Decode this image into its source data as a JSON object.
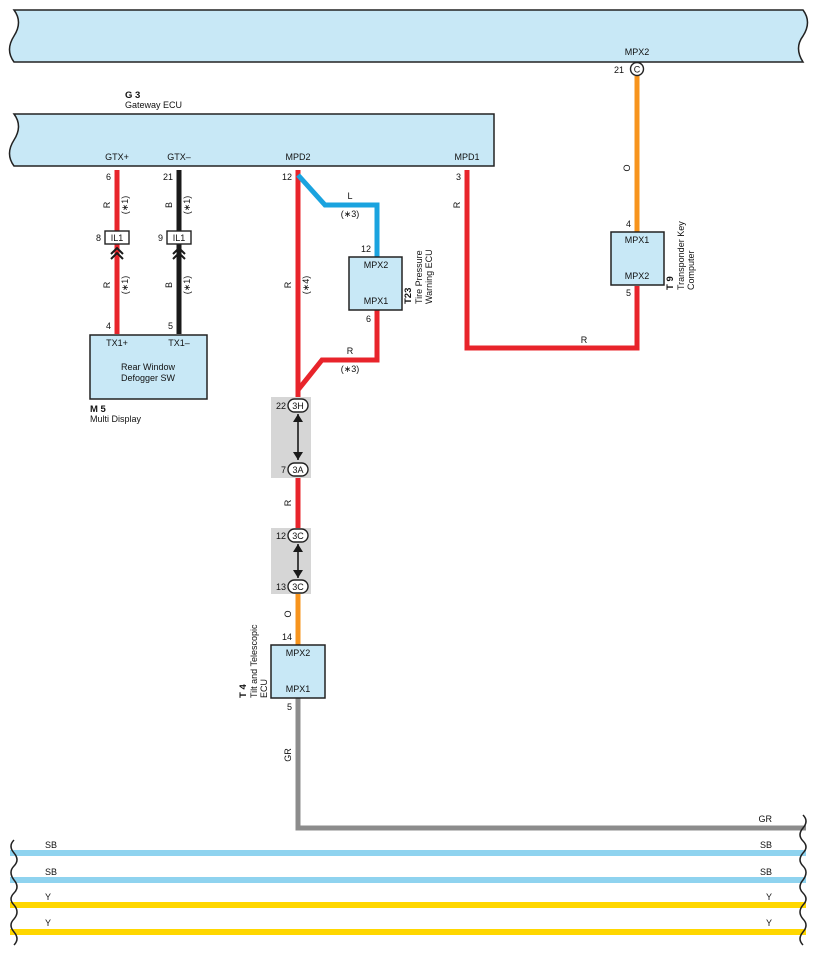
{
  "colors": {
    "R": "#e8242b",
    "B": "#1a1a1a",
    "L": "#1aa3df",
    "O": "#f7941d",
    "GR": "#8c8c8c",
    "SB": "#8fd3ef",
    "Y": "#ffd700",
    "component_fill": "#c8e8f6",
    "junction_shade": "#d6d6d6"
  },
  "top_ribbon": {
    "pin_label": "MPX2",
    "pin_no": "21",
    "connector": "C"
  },
  "gateway": {
    "code": "G 3",
    "name": "Gateway ECU",
    "pins": [
      "GTX+",
      "GTX–",
      "MPD2",
      "MPD1"
    ]
  },
  "wires": {
    "gtx_plus": {
      "pin_top": "6",
      "color_top": "R",
      "note_top": "(∗1)",
      "junction_pin": "8",
      "junction": "IL1",
      "color_bot": "R",
      "note_bot": "(∗1)",
      "pin_bot": "4"
    },
    "gtx_minus": {
      "pin_top": "21",
      "color_top": "B",
      "note_top": "(∗1)",
      "junction_pin": "9",
      "junction": "IL1",
      "color_bot": "B",
      "note_bot": "(∗1)",
      "pin_bot": "5"
    },
    "mpd2": {
      "pin_top": "12",
      "color_main": "R",
      "note_main": "(∗4)"
    },
    "tpms_branch": {
      "color": "L",
      "note": "(∗3)"
    },
    "tpms_return": {
      "color": "R",
      "note": "(∗3)"
    },
    "mpd1": {
      "pin_top": "3",
      "color": "R",
      "color_horizontal": "R"
    },
    "transponder_feed": {
      "color": "O"
    },
    "junction_link": {
      "color": "R"
    },
    "tilt_feed": {
      "color": "O"
    },
    "tilt_out": {
      "color": "GR",
      "label_right": "GR"
    }
  },
  "tpms": {
    "code": "T23",
    "name_line1": "Tire Pressure",
    "name_line2": "Warning ECU",
    "pin_in": "12",
    "pin_in_label": "MPX2",
    "pin_out_label": "MPX1",
    "pin_out": "6"
  },
  "transponder": {
    "code": "T 9",
    "name_line1": "Transponder Key",
    "name_line2": "Computer",
    "pin_in": "4",
    "pin_in_label": "MPX1",
    "pin_out_label": "MPX2",
    "pin_out": "5"
  },
  "multi_display": {
    "code": "M 5",
    "name": "Multi Display",
    "pin1": "TX1+",
    "pin2": "TX1–",
    "label_line1": "Rear Window",
    "label_line2": "Defogger SW"
  },
  "junctions": [
    {
      "top_pin": "22",
      "top_conn": "3H",
      "bot_pin": "7",
      "bot_conn": "3A"
    },
    {
      "top_pin": "12",
      "top_conn": "3C",
      "bot_pin": "13",
      "bot_conn": "3C"
    }
  ],
  "tilt": {
    "code": "T 4",
    "name_line1": "Tilt and Telescopic",
    "name_line2": "ECU",
    "pin_in": "14",
    "pin_in_label": "MPX2",
    "pin_out_label": "MPX1",
    "pin_out": "5"
  },
  "bottom_lines": [
    {
      "color": "SB",
      "label_left": "SB",
      "label_right": "SB"
    },
    {
      "color": "SB",
      "label_left": "SB",
      "label_right": "SB"
    },
    {
      "color": "Y",
      "label_left": "Y",
      "label_right": "Y"
    },
    {
      "color": "Y",
      "label_left": "Y",
      "label_right": "Y"
    }
  ]
}
